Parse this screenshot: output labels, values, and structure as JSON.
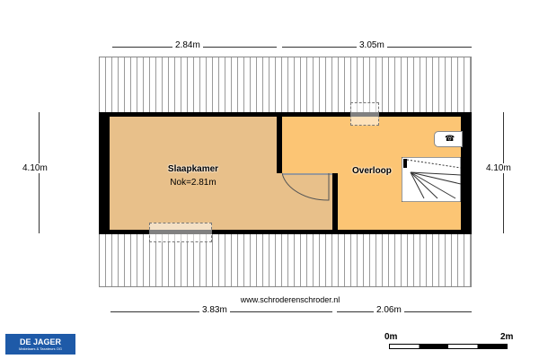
{
  "dimensions": {
    "top_left": "2.84m",
    "top_right": "3.05m",
    "left": "4.10m",
    "right": "4.10m",
    "bottom_left": "3.83m",
    "bottom_right": "2.06m"
  },
  "rooms": [
    {
      "name": "Slaapkamer",
      "note": "Nok=2.81m",
      "color": "#e8c08a"
    },
    {
      "name": "Overloop",
      "color": "#fcc574"
    }
  ],
  "website": "www.schroderenschroder.nl",
  "logo": {
    "title": "DE JAGER",
    "subtitle": "Makelaars & Taxateurs OG"
  },
  "scale": {
    "start": "0m",
    "end": "2m"
  }
}
